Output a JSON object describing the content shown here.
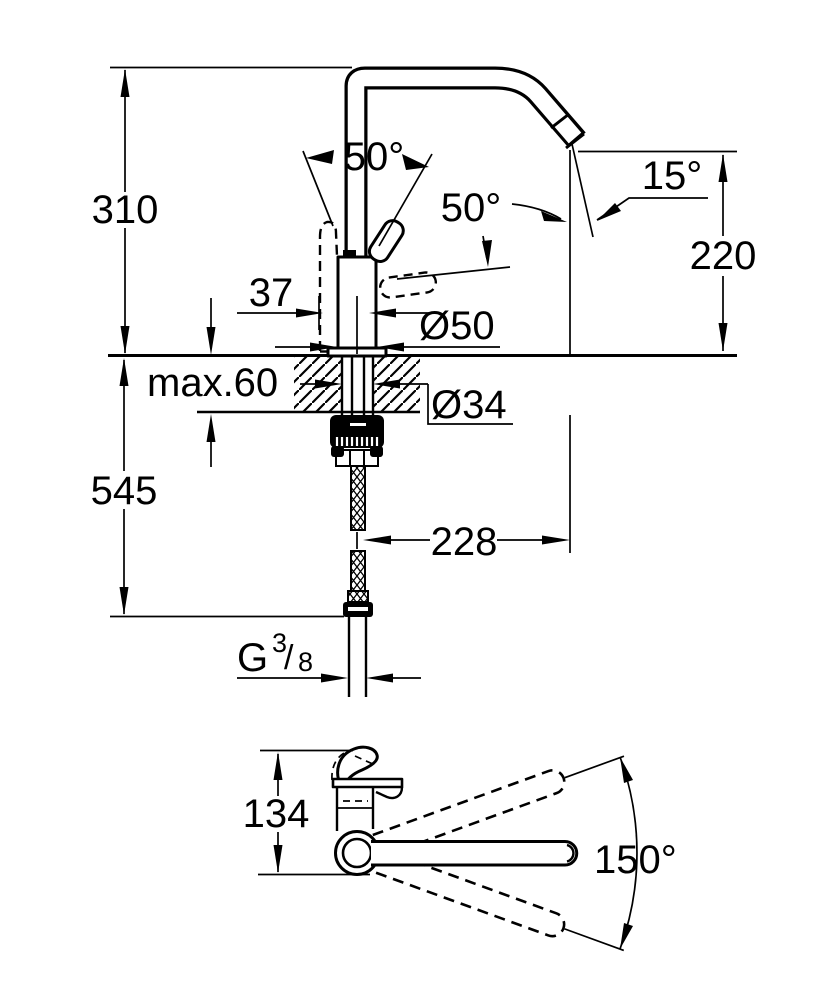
{
  "drawing": {
    "front_view": {
      "labels": {
        "total_height": "310",
        "lever_swing_left": "50°",
        "lever_swing_right": "50°",
        "outlet_angle": "15°",
        "spout_clearance": "220",
        "lever_offset": "37",
        "body_diameter": "Ø50",
        "deck_max_thickness": "max.60",
        "hole_diameter": "Ø34",
        "hose_drop": "545",
        "spout_reach": "228",
        "thread": {
          "g": "G",
          "numerator": "3",
          "slash": "/",
          "denominator": "8"
        }
      }
    },
    "top_view": {
      "labels": {
        "body_depth": "134",
        "swivel_range": "150°"
      }
    }
  }
}
